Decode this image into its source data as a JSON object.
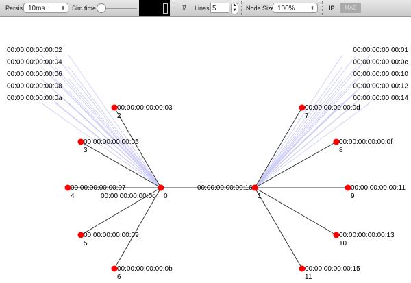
{
  "toolbar": {
    "persist_label": "Persist",
    "persist_value": "10ms",
    "sim_time_label": "Sim time",
    "sim_time_fraction": 0,
    "lines_icon": "hash-icon",
    "lines_label": "Lines",
    "lines_value": "5",
    "node_size_label": "Node Size",
    "node_size_value": "100%",
    "ip_label": "IP",
    "mac_label": "MAC"
  },
  "graph": {
    "colors": {
      "node": "#ff0000",
      "edge": "#333333",
      "flow": "#c8c8f5"
    },
    "switches": [
      {
        "id": "0",
        "mac": "00:00:00:00:00:0c"
      },
      {
        "id": "1",
        "mac": "00:00:00:00:00:16"
      }
    ],
    "hosts": [
      {
        "id": "2",
        "mac": "00:00:00:00:00:03"
      },
      {
        "id": "3",
        "mac": "00:00:00:00:00:05"
      },
      {
        "id": "4",
        "mac": "00:00:00:00:00:07"
      },
      {
        "id": "5",
        "mac": "00:00:00:00:00:09"
      },
      {
        "id": "6",
        "mac": "00:00:00:00:00:0b"
      },
      {
        "id": "7",
        "mac": "00:00:00:00:00:0d"
      },
      {
        "id": "8",
        "mac": "00:00:00:00:00:0f"
      },
      {
        "id": "9",
        "mac": "00:00:00:00:00:11"
      },
      {
        "id": "10",
        "mac": "00:00:00:00:00:13"
      },
      {
        "id": "11",
        "mac": "00:00:00:00:00:15"
      }
    ],
    "left_list": [
      "00:00:00:00:00:02",
      "00:00:00:00:00:04",
      "00:00:00:00:00:06",
      "00:00:00:00:00:08",
      "00:00:00:00:00:0a"
    ],
    "right_list": [
      "00:00:00:00:00:01",
      "00:00:00:00:00:0e",
      "00:00:00:00:00:10",
      "00:00:00:00:00:12",
      "00:00:00:00:00:14"
    ]
  }
}
